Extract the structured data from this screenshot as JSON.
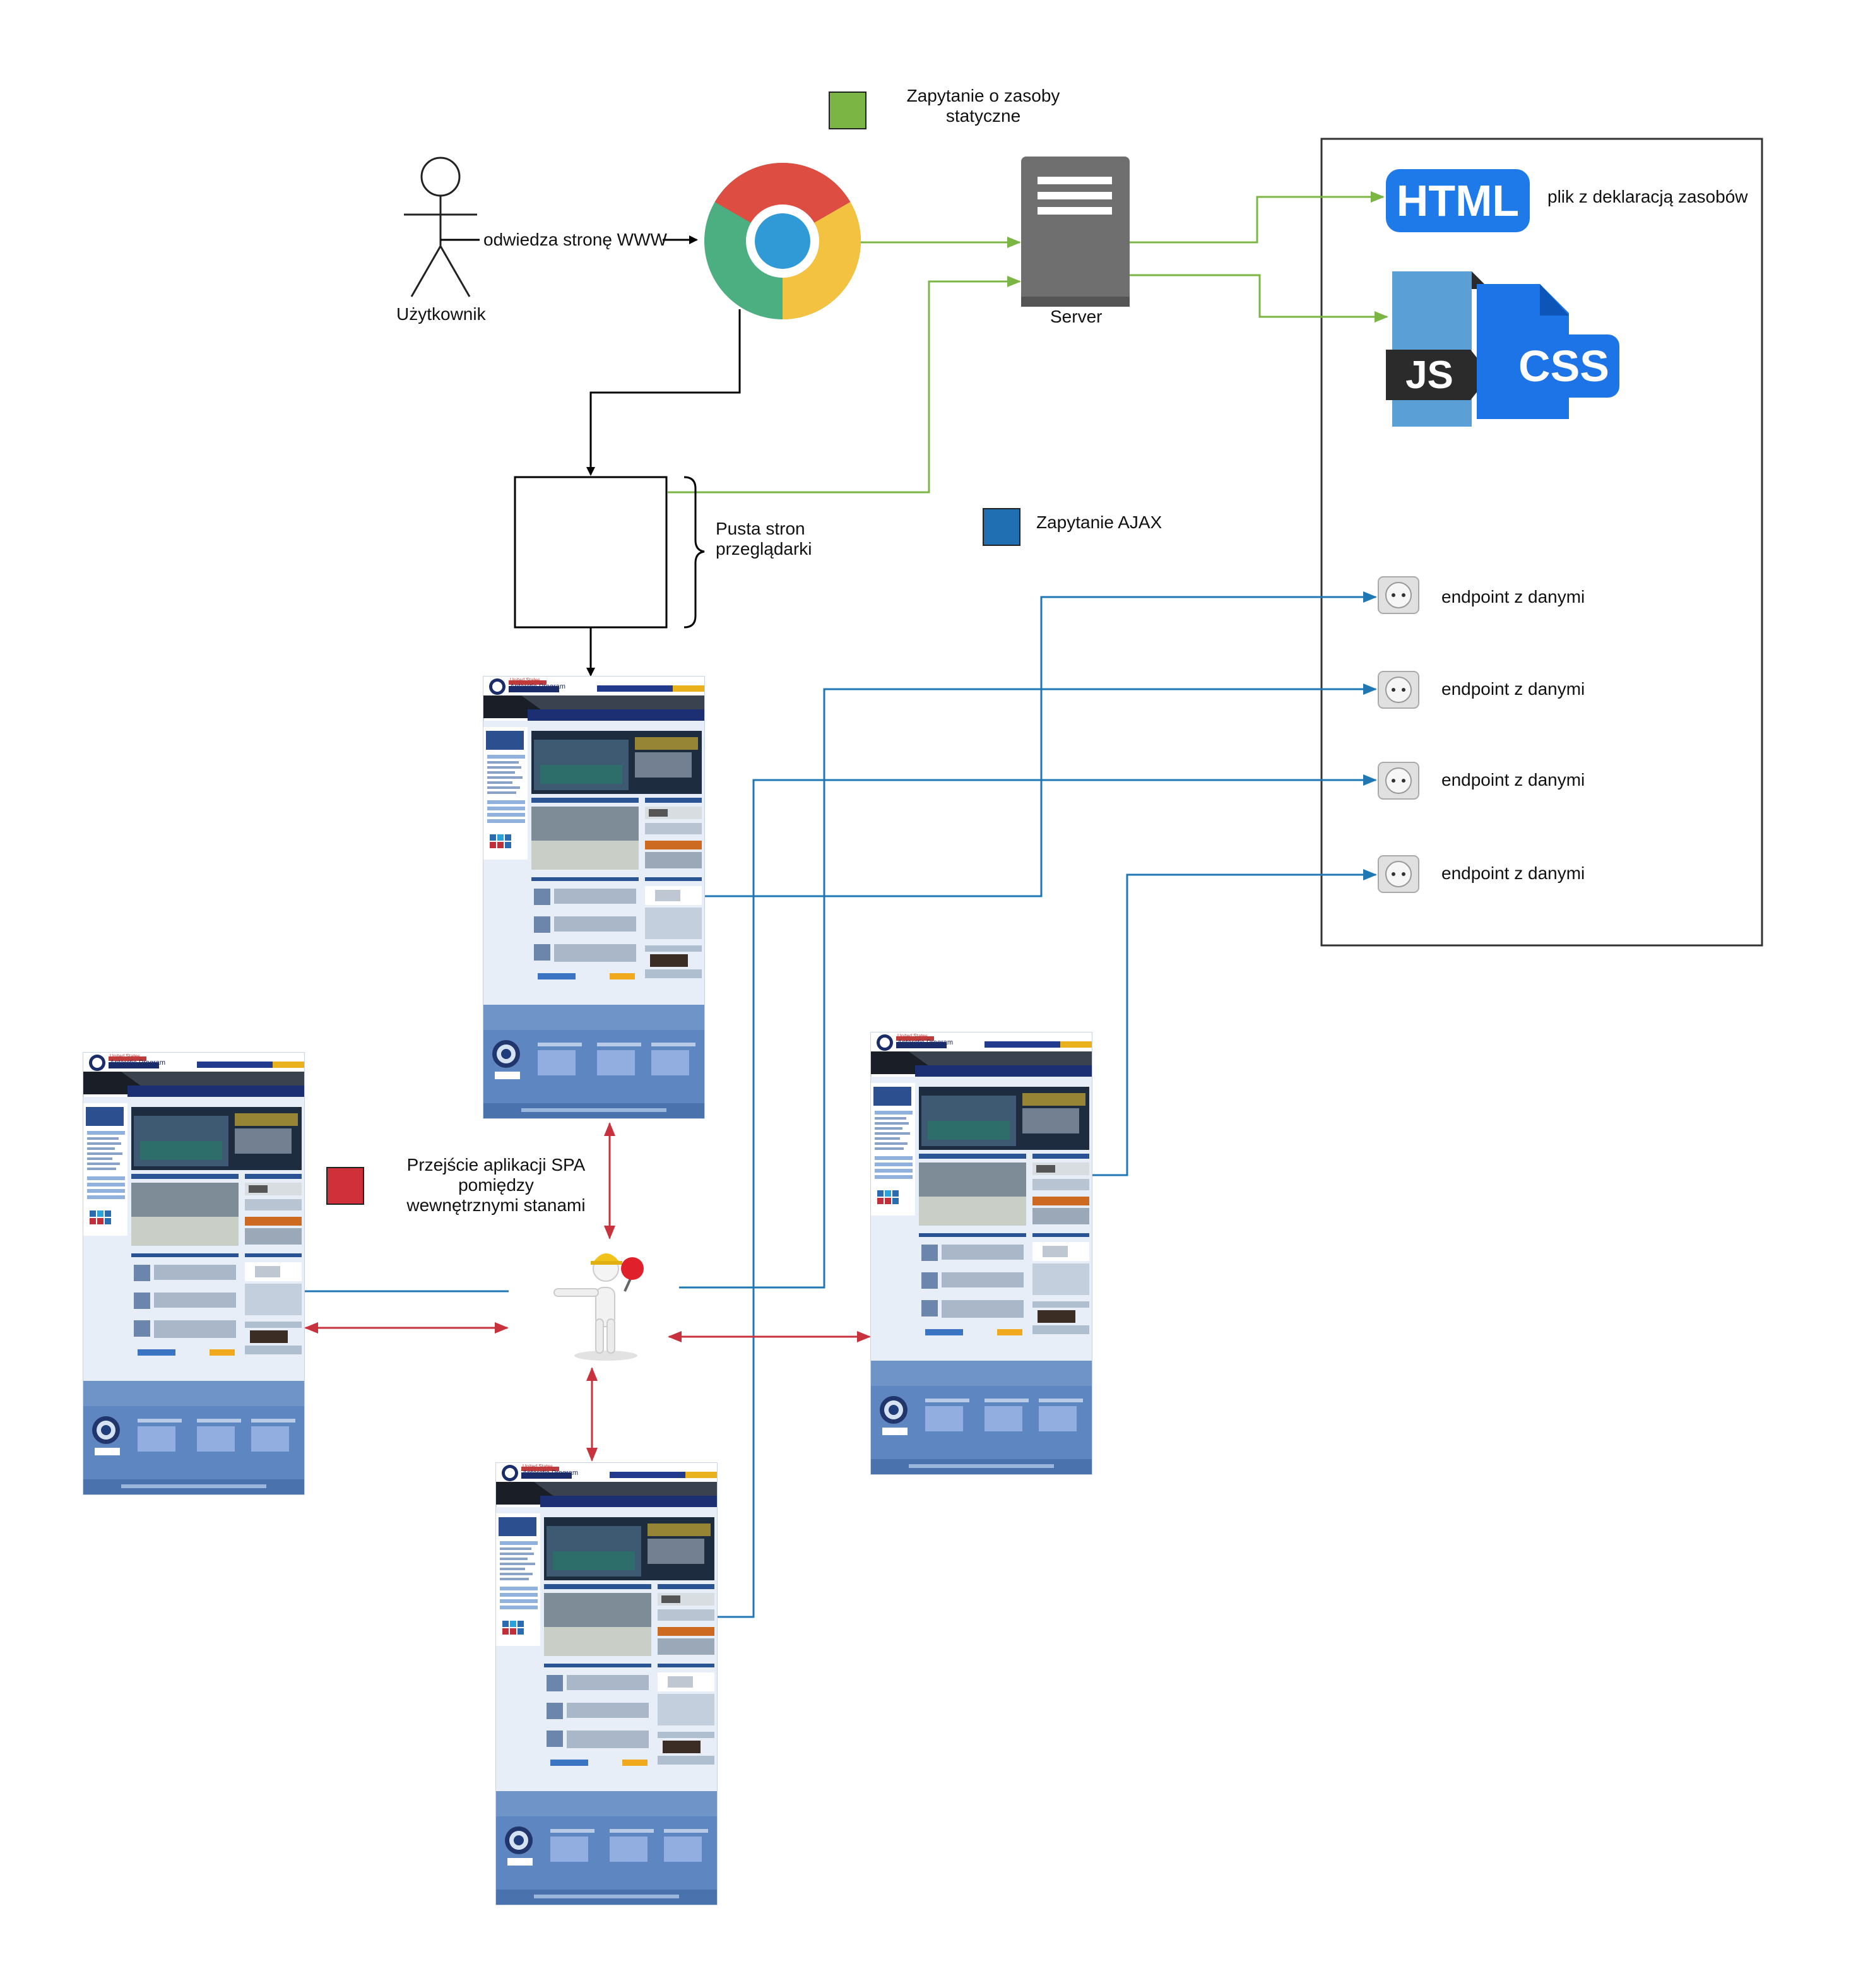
{
  "legend": {
    "static": {
      "label": "Zapytanie o zasoby statyczne",
      "color": "#7bb544"
    },
    "ajax": {
      "label": "Zapytanie AJAX",
      "color": "#1f6fb2"
    },
    "spa": {
      "label": "Przejście aplikacji SPA pomiędzy wewnętrznymi stanami",
      "color": "#d0303a"
    }
  },
  "nodes": {
    "user": {
      "label": "Użytkownik",
      "icon": "stick-figure-icon"
    },
    "browser": {
      "icon": "chrome-icon"
    },
    "visit_edge": {
      "label": "odwiedza stronę WWW"
    },
    "server": {
      "label": "Server",
      "icon": "server-icon"
    },
    "empty_page": {
      "label": "Pusta stron przeglądarki"
    },
    "html_file": {
      "badge": "HTML",
      "label": "plik z deklaracją zasobów",
      "icon": "html-file-icon"
    },
    "js_badge": "JS",
    "css_badge": "CSS",
    "endpoints": [
      {
        "label": "endpoint z danymi",
        "icon": "power-socket-icon"
      },
      {
        "label": "endpoint z danymi",
        "icon": "power-socket-icon"
      },
      {
        "label": "endpoint z danymi",
        "icon": "power-socket-icon"
      },
      {
        "label": "endpoint z danymi",
        "icon": "power-socket-icon"
      }
    ],
    "router": {
      "icon": "traffic-controller-icon"
    }
  },
  "screenshot": {
    "top_line": "United States",
    "title": "Antarctic Program"
  },
  "colors": {
    "green": "#7bb544",
    "blue": "#1f78b4",
    "red": "#c8323c",
    "black": "#000000",
    "html_blue": "#1e7ae8",
    "js_blue": "#5aa0d6",
    "js_dark": "#2b2b2b",
    "server_grey": "#6f6f6f"
  }
}
